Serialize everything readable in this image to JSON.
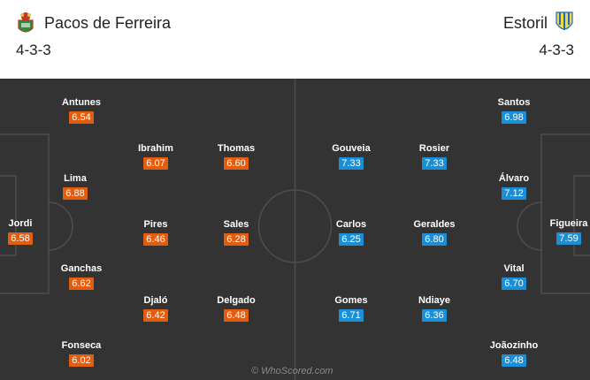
{
  "home": {
    "name": "Pacos de Ferreira",
    "formation": "4-3-3",
    "crest_icon": "pacos-ferreira-crest-icon",
    "rating_color": "#e35d10",
    "players": [
      {
        "name": "Jordi",
        "rating": "6.58"
      },
      {
        "name": "Antunes",
        "rating": "6.54"
      },
      {
        "name": "Lima",
        "rating": "6.88"
      },
      {
        "name": "Ganchas",
        "rating": "6.62"
      },
      {
        "name": "Fonseca",
        "rating": "6.02"
      },
      {
        "name": "Ibrahim",
        "rating": "6.07"
      },
      {
        "name": "Pires",
        "rating": "6.46"
      },
      {
        "name": "Djaló",
        "rating": "6.42"
      },
      {
        "name": "Thomas",
        "rating": "6.60"
      },
      {
        "name": "Sales",
        "rating": "6.28"
      },
      {
        "name": "Delgado",
        "rating": "6.48"
      }
    ]
  },
  "away": {
    "name": "Estoril",
    "formation": "4-3-3",
    "crest_icon": "estoril-crest-icon",
    "rating_color": "#1a8fd6",
    "players": [
      {
        "name": "Figueira",
        "rating": "7.59"
      },
      {
        "name": "Santos",
        "rating": "6.98"
      },
      {
        "name": "Álvaro",
        "rating": "7.12"
      },
      {
        "name": "Vital",
        "rating": "6.70"
      },
      {
        "name": "Joãozinho",
        "rating": "6.48"
      },
      {
        "name": "Rosier",
        "rating": "7.33"
      },
      {
        "name": "Geraldes",
        "rating": "6.80"
      },
      {
        "name": "Ndiaye",
        "rating": "6.36"
      },
      {
        "name": "Gouveia",
        "rating": "7.33"
      },
      {
        "name": "Carlos",
        "rating": "6.25"
      },
      {
        "name": "Gomes",
        "rating": "6.71"
      }
    ]
  },
  "watermark": "© WhoScored.com"
}
